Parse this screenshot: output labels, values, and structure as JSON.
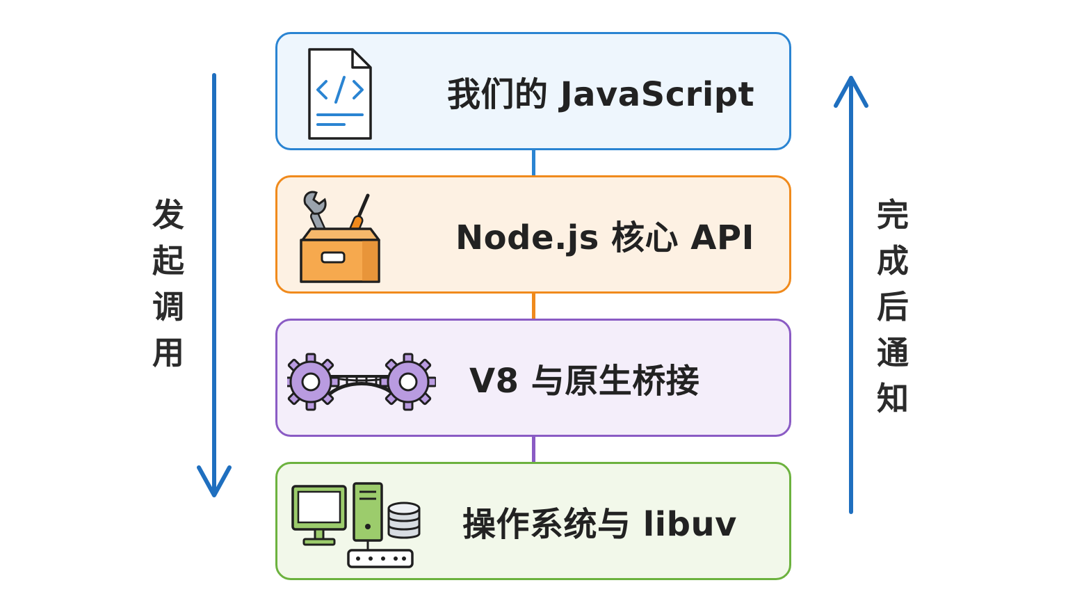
{
  "layers": [
    {
      "label": "我们的 JavaScript",
      "icon": "code-file-icon",
      "border": "#2a84d2",
      "fill": "#eef6fd"
    },
    {
      "label": "Node.js 核心 API",
      "icon": "toolbox-icon",
      "border": "#f08a1c",
      "fill": "#fdf1e3"
    },
    {
      "label": "V8 与原生桥接",
      "icon": "gear-bridge-icon",
      "border": "#8a5bc4",
      "fill": "#f4eefa"
    },
    {
      "label": "操作系统与 libuv",
      "icon": "computer-server-database-icon",
      "border": "#6cb23e",
      "fill": "#f2f8ea"
    }
  ],
  "left_arrow": {
    "label": "发起调用",
    "direction": "down",
    "color": "#1f6fbf"
  },
  "right_arrow": {
    "label": "完成后通知",
    "direction": "up",
    "color": "#1f6fbf"
  }
}
